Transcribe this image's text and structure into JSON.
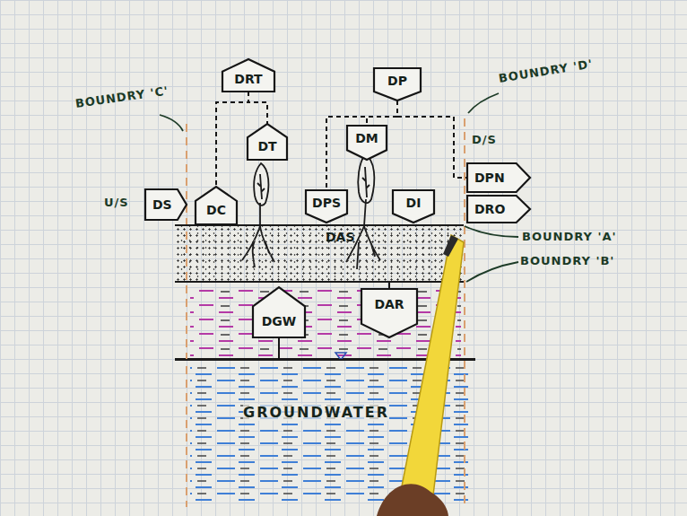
{
  "diagram": {
    "nodes": [
      {
        "text": [
          "DRT"
        ]
      },
      {
        "text": [
          "DP"
        ]
      },
      {
        "text": [
          "DT"
        ]
      },
      {
        "text": [
          "DM"
        ]
      },
      {
        "text": [
          "DPN"
        ]
      },
      {
        "text": [
          "DS"
        ]
      },
      {
        "text": [
          "DC"
        ]
      },
      {
        "text": [
          "DPS"
        ]
      },
      {
        "text": [
          "DI"
        ]
      },
      {
        "text": [
          "DRO"
        ]
      },
      {
        "text": [
          "DAS"
        ]
      },
      {
        "text": [
          "DGW"
        ]
      },
      {
        "text": [
          "DAR"
        ]
      },
      {
        "text": [
          "GROUNDWATER"
        ]
      }
    ],
    "edges": [
      {
        "from": 0,
        "to": 6,
        "arrow": "none"
      },
      {
        "from": 0,
        "to": 2,
        "arrow": "none"
      },
      {
        "from": 1,
        "to": 7,
        "arrow": "none"
      },
      {
        "from": 1,
        "to": 3,
        "arrow": "none"
      },
      {
        "from": 1,
        "to": 4,
        "arrow": "none"
      },
      {
        "from": 10,
        "to": 12,
        "arrow": "none"
      },
      {
        "from": 11,
        "to": 13,
        "arrow": "none"
      }
    ],
    "labels": [
      "BOUNDRY 'C'",
      "BOUNDRY 'D'",
      "D/S",
      "U/S",
      "BOUNDRY 'A'",
      "BOUNDRY 'B'"
    ]
  }
}
